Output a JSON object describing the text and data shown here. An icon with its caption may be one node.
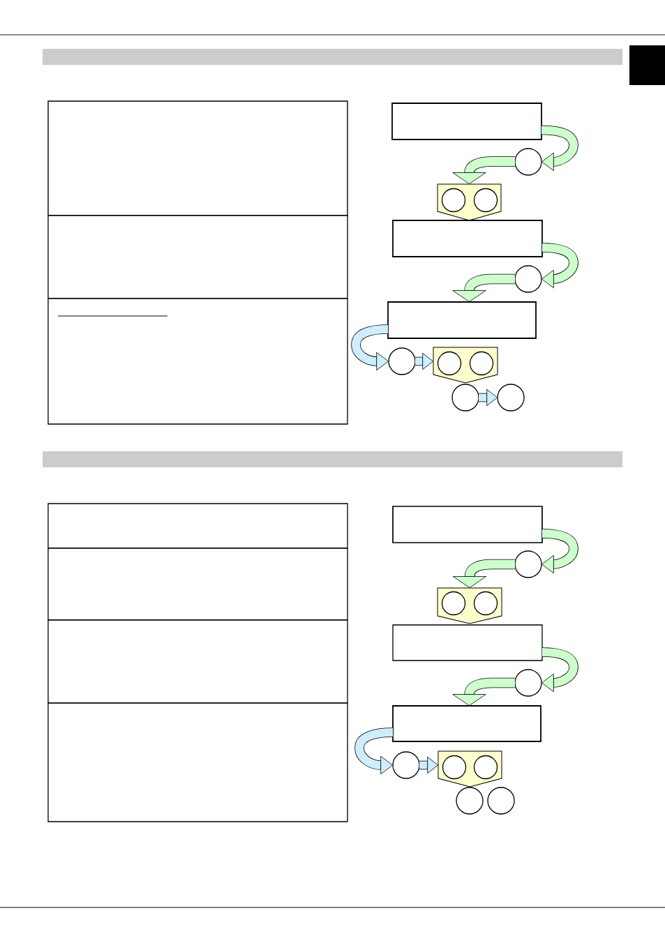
{
  "diagram": {
    "nodes": [
      {
        "text": [],
        "shape": "bar"
      },
      {
        "text": [],
        "shape": "box"
      },
      {
        "text": [],
        "shape": "box"
      },
      {
        "text": [],
        "shape": "box"
      },
      {
        "text": [],
        "shape": "box"
      },
      {
        "text": [],
        "shape": "circle"
      },
      {
        "text": [],
        "shape": "pentagon"
      },
      {
        "text": [],
        "shape": "circle",
        "in": 6
      },
      {
        "text": [],
        "shape": "circle",
        "in": 6
      },
      {
        "text": [],
        "shape": "box"
      },
      {
        "text": [],
        "shape": "circle"
      },
      {
        "text": [],
        "shape": "box"
      },
      {
        "text": [],
        "shape": "circle"
      },
      {
        "text": [],
        "shape": "pentagon"
      },
      {
        "text": [],
        "shape": "circle",
        "in": 13
      },
      {
        "text": [],
        "shape": "circle",
        "in": 13
      },
      {
        "text": [],
        "shape": "circle"
      },
      {
        "text": [],
        "shape": "circle"
      },
      {
        "text": [],
        "shape": "bar"
      },
      {
        "text": [],
        "shape": "box"
      },
      {
        "text": [],
        "shape": "box"
      },
      {
        "text": [],
        "shape": "box"
      },
      {
        "text": [],
        "shape": "box"
      },
      {
        "text": [],
        "shape": "box"
      },
      {
        "text": [],
        "shape": "circle"
      },
      {
        "text": [],
        "shape": "pentagon"
      },
      {
        "text": [],
        "shape": "circle",
        "in": 25
      },
      {
        "text": [],
        "shape": "circle",
        "in": 25
      },
      {
        "text": [],
        "shape": "box"
      },
      {
        "text": [],
        "shape": "circle"
      },
      {
        "text": [],
        "shape": "box"
      },
      {
        "text": [],
        "shape": "circle"
      },
      {
        "text": [],
        "shape": "pentagon"
      },
      {
        "text": [],
        "shape": "circle",
        "in": 32
      },
      {
        "text": [],
        "shape": "circle",
        "in": 32
      },
      {
        "text": [],
        "shape": "circle"
      },
      {
        "text": [],
        "shape": "circle"
      }
    ],
    "edges": [
      {
        "from": 4,
        "to": 5,
        "arrow": "to"
      },
      {
        "from": 5,
        "to": 6,
        "arrow": "to"
      },
      {
        "from": 9,
        "to": 10,
        "arrow": "to"
      },
      {
        "from": 10,
        "to": 11,
        "arrow": "to"
      },
      {
        "from": 11,
        "to": 12,
        "arrow": "to"
      },
      {
        "from": 12,
        "to": 13,
        "arrow": "to"
      },
      {
        "from": 16,
        "to": 17,
        "arrow": "to"
      },
      {
        "from": 23,
        "to": 24,
        "arrow": "to"
      },
      {
        "from": 24,
        "to": 25,
        "arrow": "to"
      },
      {
        "from": 28,
        "to": 29,
        "arrow": "to"
      },
      {
        "from": 29,
        "to": 30,
        "arrow": "to"
      },
      {
        "from": 30,
        "to": 31,
        "arrow": "to"
      },
      {
        "from": 31,
        "to": 32,
        "arrow": "to"
      }
    ]
  }
}
